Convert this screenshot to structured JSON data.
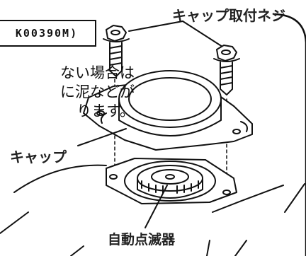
{
  "part_code": "K00390M)",
  "note_lines": [
    "ない場合は",
    "に泥などが",
    "ります。"
  ],
  "labels": {
    "cap_screw": "キャップ取付ネジ",
    "cap": "キャップ",
    "auto_blinker": "自動点滅器"
  }
}
